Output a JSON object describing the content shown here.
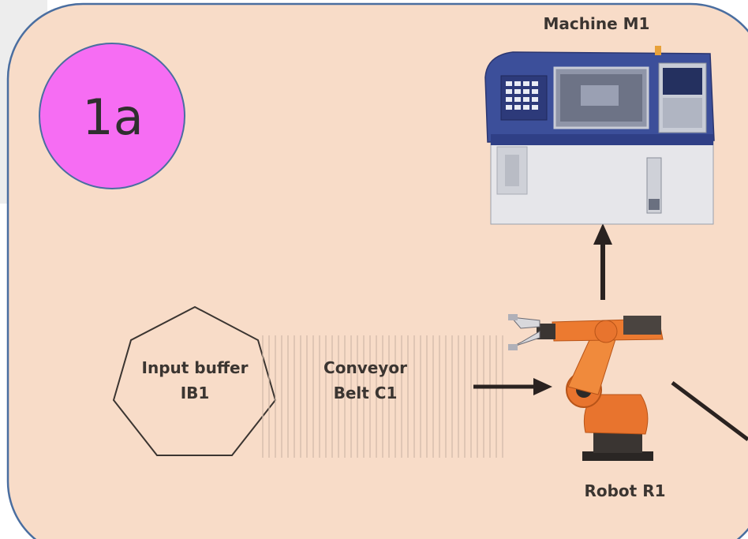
{
  "badge": {
    "text": "1a"
  },
  "machine": {
    "label": "Machine M1"
  },
  "robot": {
    "label": "Robot R1"
  },
  "input_buffer": {
    "line1": "Input buffer",
    "line2": "IB1"
  },
  "conveyor": {
    "line1": "Conveyor",
    "line2": "Belt C1"
  },
  "colors": {
    "panel_fill": "#f8dcc8",
    "panel_border": "#4a6ea0",
    "badge_fill": "#f66df3",
    "robot_orange": "#e8742e",
    "machine_blue": "#3c4f9a"
  }
}
